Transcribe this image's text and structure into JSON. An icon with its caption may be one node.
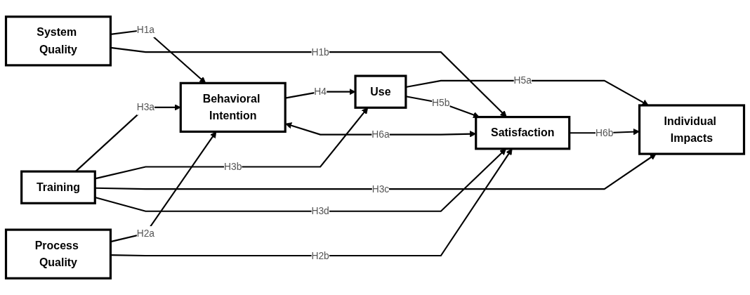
{
  "diagram": {
    "nodes": [
      {
        "text": [
          "System Quality"
        ]
      },
      {
        "text": [
          "Process Quality"
        ]
      },
      {
        "text": [
          "Training"
        ]
      },
      {
        "text": [
          "Behavioral Intention"
        ]
      },
      {
        "text": [
          "Use"
        ]
      },
      {
        "text": [
          "Satisfaction"
        ]
      },
      {
        "text": [
          "Individual Impacts"
        ]
      }
    ],
    "edges": [
      {
        "from": 0,
        "to": 3,
        "arrow": "to",
        "label": "H1a"
      },
      {
        "from": 1,
        "to": 3,
        "arrow": "to",
        "label": "H2a"
      },
      {
        "from": 2,
        "to": 3,
        "arrow": "to",
        "label": "H3a"
      },
      {
        "from": 2,
        "to": 4,
        "arrow": "to",
        "label": "H3b"
      },
      {
        "from": 2,
        "to": 6,
        "arrow": "to",
        "label": "H3c"
      },
      {
        "from": 0,
        "to": 5,
        "arrow": "to",
        "label": "H1b"
      },
      {
        "from": 1,
        "to": 5,
        "arrow": "to",
        "label": "H2b"
      },
      {
        "from": 2,
        "to": 5,
        "arrow": "to",
        "label": "H3d"
      },
      {
        "from": 3,
        "to": 4,
        "arrow": "to",
        "label": "H4"
      },
      {
        "from": 4,
        "to": 6,
        "arrow": "to",
        "label": "H5a"
      },
      {
        "from": 4,
        "to": 5,
        "arrow": "to",
        "label": "H5b"
      },
      {
        "from": 3,
        "to": 5,
        "arrow": "both",
        "label": "H6a"
      },
      {
        "from": 5,
        "to": 6,
        "arrow": "to",
        "label": "H6b"
      }
    ]
  }
}
